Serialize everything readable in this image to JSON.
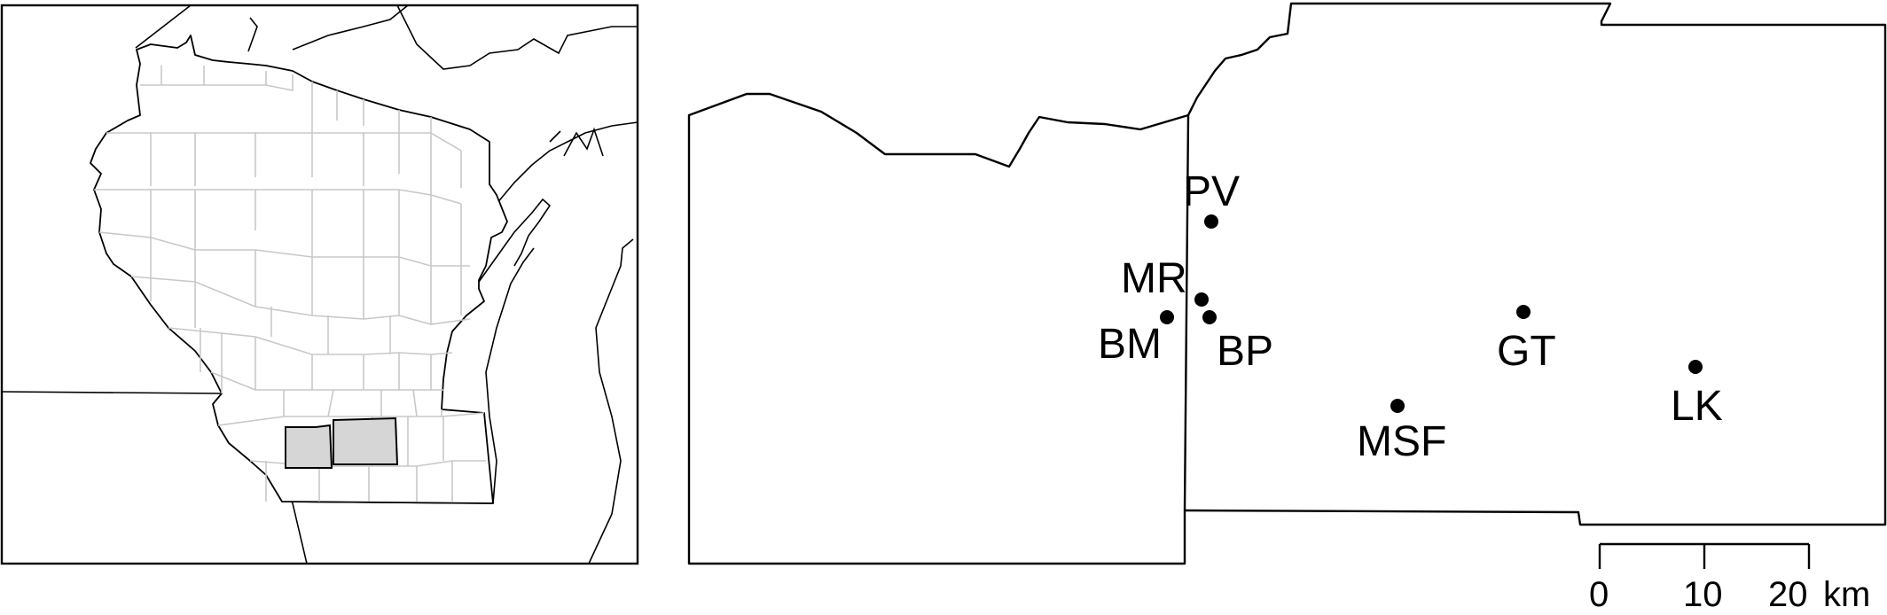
{
  "sites": [
    {
      "code": "PV"
    },
    {
      "code": "MR"
    },
    {
      "code": "BM"
    },
    {
      "code": "BP"
    },
    {
      "code": "GT"
    },
    {
      "code": "MSF"
    },
    {
      "code": "LK"
    }
  ],
  "scale_bar": {
    "ticks": [
      "0",
      "10",
      "20"
    ],
    "unit": "km"
  },
  "colors": {
    "highlight": "#d6d6d6",
    "county_lines": "#c8c8c8",
    "outline": "#000000",
    "site_marker": "#000000"
  }
}
